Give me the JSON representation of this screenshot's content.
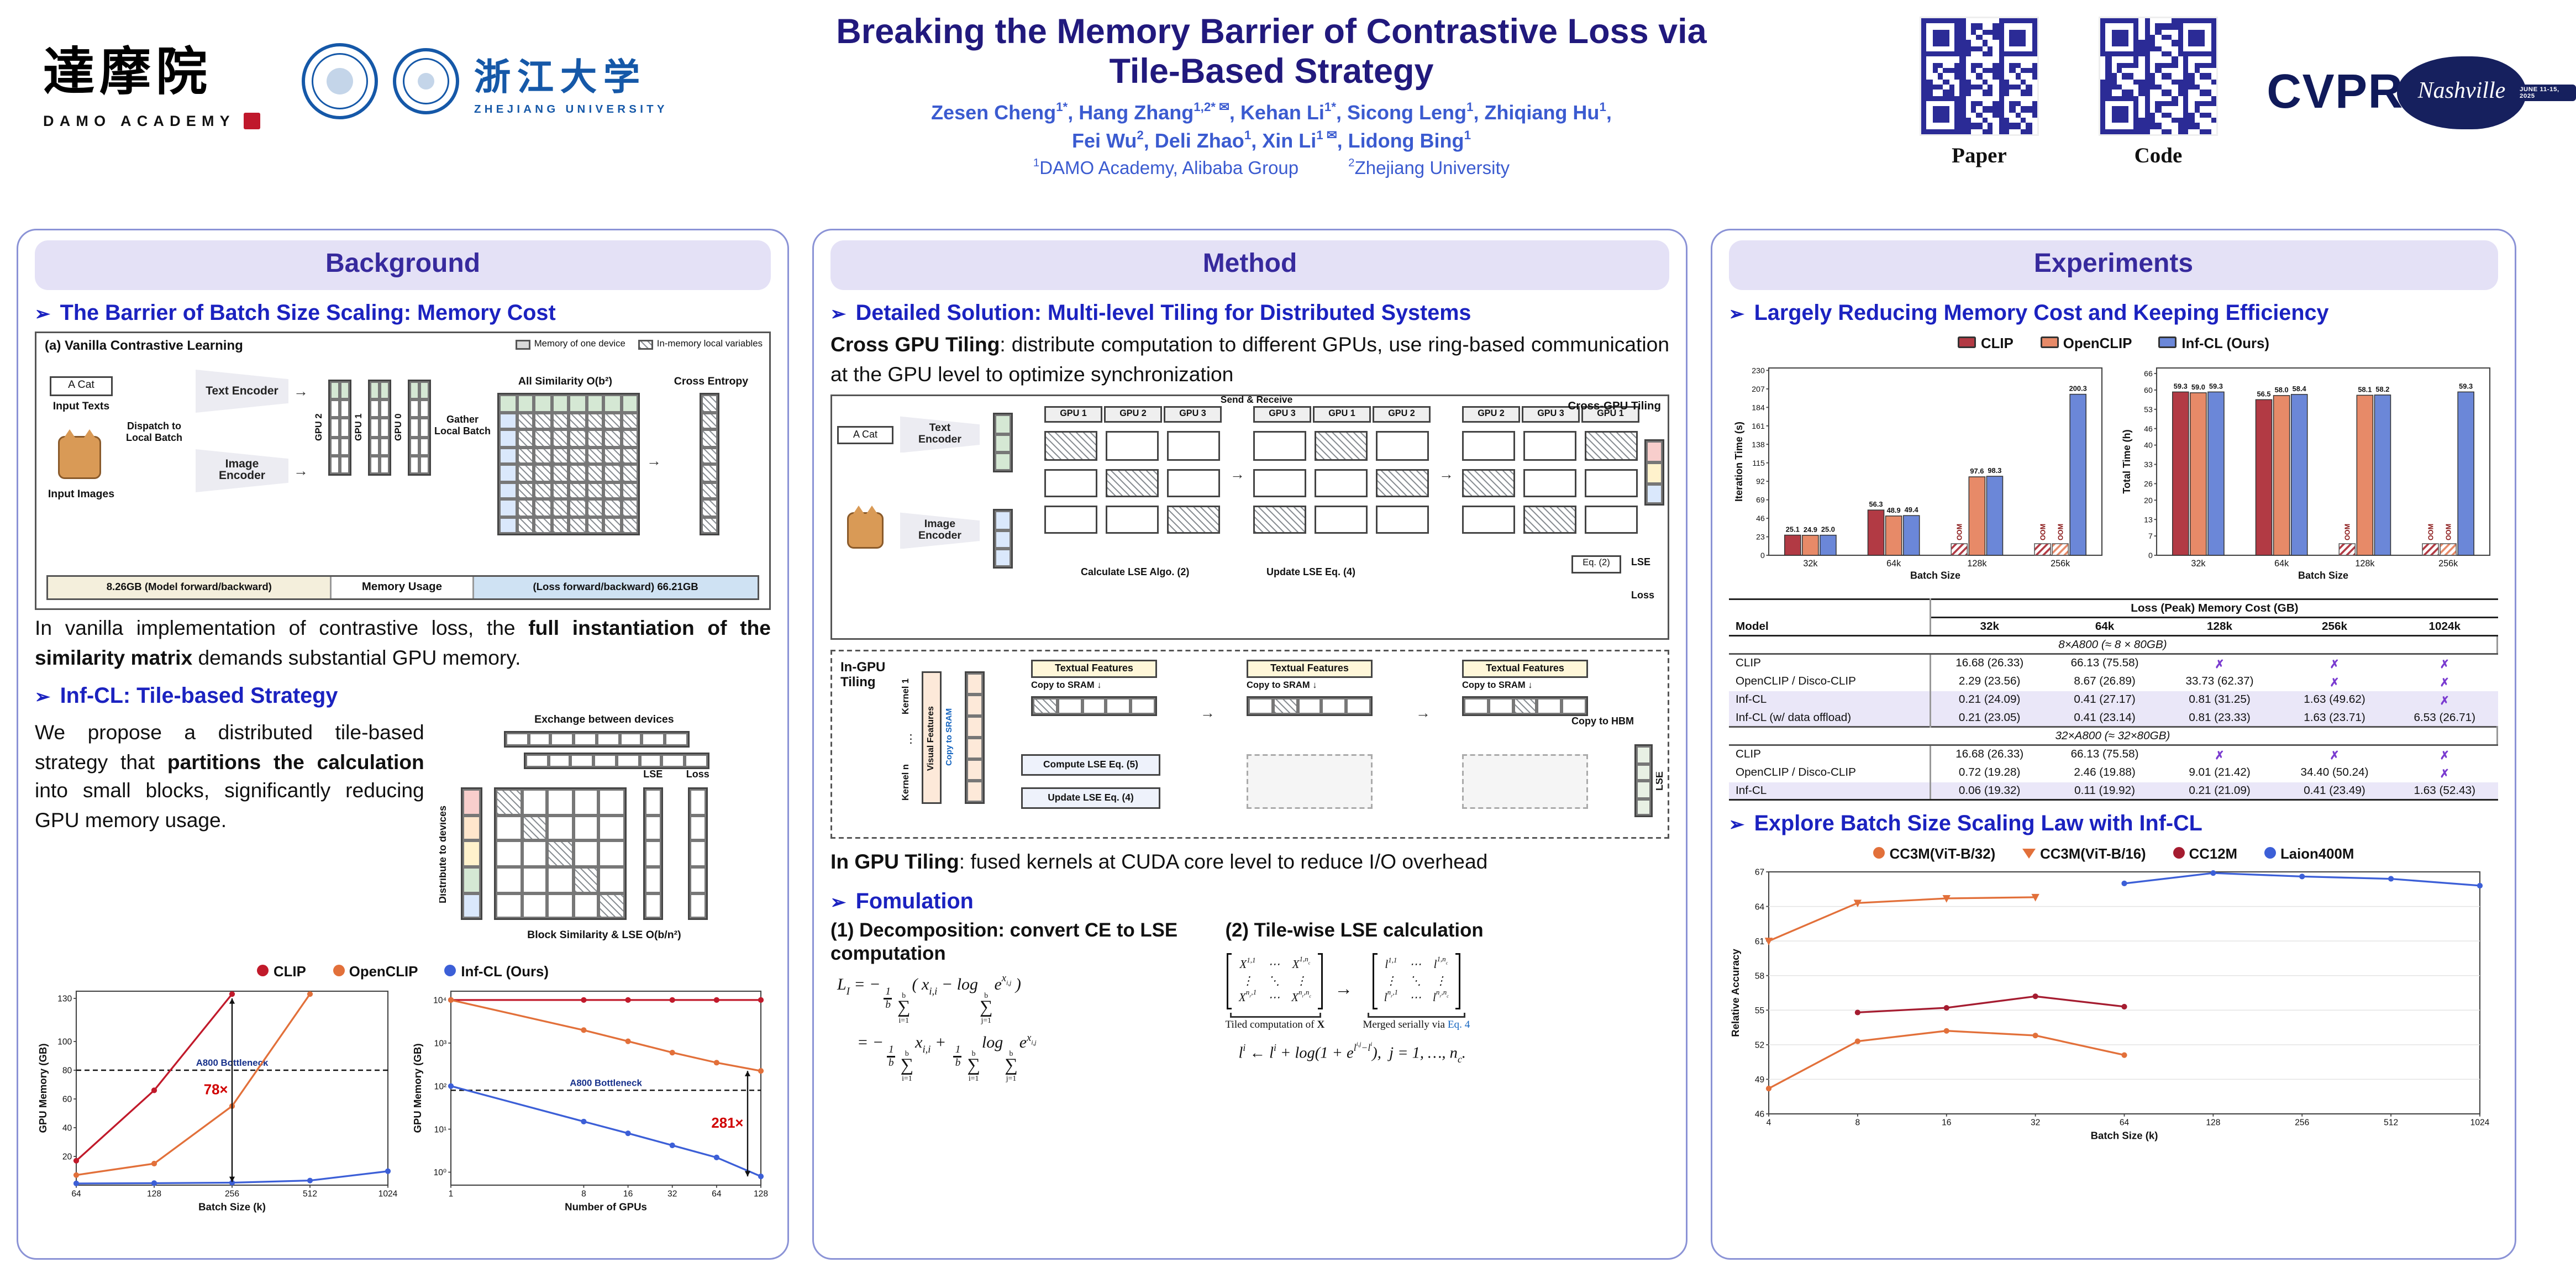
{
  "ui": {
    "bullet": "➢",
    "rarrow": "→",
    "darrow": "↓",
    "vdots": "⋮"
  },
  "header": {
    "title_line1": "Breaking the Memory Barrier of Contrastive Loss via",
    "title_line2": "Tile-Based Strategy",
    "authors_line1_html": "Zesen Cheng<sup>1*</sup>, Hang Zhang<sup>1,2* ✉</sup>, Kehan Li<sup>1*</sup>, Sicong Leng<sup>1</sup>, Zhiqiang Hu<sup>1</sup>,",
    "authors_line2_html": "Fei Wu<sup>2</sup>, Deli Zhao<sup>1</sup>, Xin Li<sup>1 ✉</sup>, Lidong Bing<sup>1</sup>",
    "affiliation1_html": "<sup>1</sup>DAMO Academy, Alibaba Group",
    "affiliation2_html": "<sup>2</sup>Zhejiang University",
    "logos": {
      "damo_cn": "達摩院",
      "damo_en": "DAMO ACADEMY",
      "zju_cn": "浙江大学",
      "zju_en": "ZHEJIANG UNIVERSITY"
    },
    "qr": {
      "paper_label": "Paper",
      "code_label": "Code"
    },
    "cvpr": {
      "name": "CVPR",
      "city": "Nashville",
      "dates": "JUNE 11-15, 2025"
    }
  },
  "background": {
    "header": "Background",
    "sec1_title": "The Barrier of Batch Size Scaling: Memory Cost",
    "diagram1": {
      "caption": "(a) Vanilla Contrastive Learning",
      "legend_memory": "Memory of one device",
      "legend_local": "In-memory local variables",
      "a_cat": "A Cat",
      "input_texts": "Input Texts",
      "input_images": "Input Images",
      "dispatch": "Dispatch to Local Batch",
      "text_encoder": "Text Encoder",
      "image_encoder": "Image Encoder",
      "gather": "Gather Local Batch",
      "gpu_labels": [
        "GPU 2",
        "GPU 1",
        "GPU 0"
      ],
      "all_similarity": "All Similarity O(b²)",
      "cross_entropy": "Cross Entropy",
      "mem_model": "8.26GB (Model forward/backward)",
      "mem_center": "Memory Usage",
      "mem_loss": "(Loss forward/backward) 66.21GB"
    },
    "paragraph1_html": "In vanilla implementation of contrastive loss, the <b>full instantiation of the similarity matrix</b> demands substantial GPU memory.",
    "sec2_title": "Inf-CL: Tile-based Strategy",
    "paragraph2_html": "We propose a distributed tile-based strategy that <b>partitions the calculation</b> into small blocks, significantly reducing GPU memory usage.",
    "diagram2": {
      "exchange": "Exchange between devices",
      "distribute": "Distribute to devices",
      "block_similarity": "Block Similarity & LSE O(b/n²)",
      "lse": "LSE",
      "loss": "Loss"
    },
    "legend": [
      {
        "label": "CLIP",
        "color": "#c11a2b"
      },
      {
        "label": "OpenCLIP",
        "color": "#e2703a"
      },
      {
        "label": "Inf-CL (Ours)",
        "color": "#3c5fd7"
      }
    ]
  },
  "method": {
    "header": "Method",
    "sec1_title": "Detailed Solution: Multi-level Tiling for Distributed Systems",
    "p1_html": "<b>Cross GPU Tiling</b>: distribute computation to different GPUs, use ring-based communication at the GPU level to optimize synchronization",
    "cross_gpu": {
      "a_cat": "A Cat",
      "text_encoder": "Text Encoder",
      "image_encoder": "Image Encoder",
      "stage1_gpus": [
        "GPU 1",
        "GPU 2",
        "GPU 3"
      ],
      "stage2_gpus": [
        "GPU 3",
        "GPU 1",
        "GPU 2"
      ],
      "stage3_gpus": [
        "GPU 2",
        "GPU 3",
        "GPU 1"
      ],
      "send_receive": "Send & Receive",
      "calc_lse": "Calculate LSE Algo. (2)",
      "update_lse": "Update LSE Eq. (4)",
      "tiling_label": "Cross-GPU Tiling",
      "eq2": "Eq. (2)",
      "lse": "LSE",
      "loss": "Loss"
    },
    "in_gpu": {
      "label": "In-GPU Tiling",
      "textual_features": "Textual Features",
      "copy_to_sram": "Copy to SRAM",
      "compute_lse": "Compute LSE Eq. (5)",
      "update_lse": "Update LSE Eq. (4)",
      "copy_to_hbm": "Copy to HBM",
      "kernel_1": "Kernel 1",
      "kernel_n": "Kernel n",
      "visual_features": "Visual Features",
      "lse": "LSE"
    },
    "p2_html": "<b>In GPU Tiling</b>: fused kernels at CUDA core level to reduce I/O overhead",
    "sec2_title": "Fomulation",
    "f1_title": "(1) Decomposition: convert CE to LSE computation",
    "f2_title": "(2) Tile-wise LSE calculation",
    "eq1_html": "L<sub>I</sub> = −<span class='frac'><span>1</span><span>b</span></span><span class='ssum'><span>b</span><span class='sg'>∑</span><span>i=1</span></span>( x<sub>i,i</sub> − log<span class='ssum'><span>b</span><span class='sg'>∑</span><span>j=1</span></span>e<sup>x<sub>i,j</sub></sup> )",
    "eq2_html": "= −<span class='frac'><span>1</span><span>b</span></span><span class='ssum'><span>b</span><span class='sg'>∑</span><span>i=1</span></span>x<sub>i,i</sub> + <span class='frac'><span>1</span><span>b</span></span><span class='ssum'><span>b</span><span class='sg'>∑</span><span>i=1</span></span>log<span class='ssum'><span>b</span><span class='sg'>∑</span><span>j=1</span></span>e<sup>x<sub>i,j</sub></sup>",
    "x_matrix": [
      "X<sup>1,1</sup>",
      "⋯",
      "X<sup>1,n<sub>c</sub></sup>",
      "⋮",
      "⋱",
      "⋮",
      "X<sup>n<sub>r</sub>,1</sup>",
      "⋯",
      "X<sup>n<sub>r</sub>,n<sub>c</sub></sup>"
    ],
    "l_matrix": [
      "l<sup>1,1</sup>",
      "⋯",
      "l<sup>1,n<sub>c</sub></sup>",
      "⋮",
      "⋱",
      "⋮",
      "l<sup>n<sub>r</sub>,1</sup>",
      "⋯",
      "l<sup>n<sub>r</sub>,n<sub>c</sub></sup>"
    ],
    "brace1_html": "Tiled computation of <b>X</b>",
    "brace2_html": "Merged serially via <span class='blue'>Eq. 4</span>",
    "eq3_html": "l<sup>i</sup> ← l<sup>i</sup> + log(1 + e<sup>l<sup>i,j</sup>−l<sup>i</sup></sup>),&nbsp;&nbsp;j = 1, …, n<sub>c</sub>."
  },
  "experiments": {
    "header": "Experiments",
    "sec1_title": "Largely Reducing Memory Cost and Keeping Efficiency",
    "bar_legend": [
      {
        "label": "CLIP",
        "color": "#b23a44"
      },
      {
        "label": "OpenCLIP",
        "color": "#e78a68"
      },
      {
        "label": "Inf-CL (Ours)",
        "color": "#6b87d8"
      }
    ],
    "table": {
      "model_header": "Model",
      "span_header": "Loss (Peak) Memory Cost (GB)",
      "batch_headers": [
        "32k",
        "64k",
        "128k",
        "256k",
        "1024k"
      ],
      "groups": [
        {
          "title": "8×A800 (≈ 8 × 80GB)",
          "rows": [
            {
              "model": "CLIP",
              "highlight": false,
              "values": [
                "16.68 (26.33)",
                "66.13 (75.58)",
                "✗",
                "✗",
                "✗"
              ]
            },
            {
              "model": "OpenCLIP / Disco-CLIP",
              "highlight": false,
              "values": [
                "2.29 (23.56)",
                "8.67 (26.89)",
                "33.73 (62.37)",
                "✗",
                "✗"
              ]
            },
            {
              "model": "Inf-CL",
              "highlight": true,
              "values": [
                "0.21 (24.09)",
                "0.41 (27.17)",
                "0.81 (31.25)",
                "1.63 (49.62)",
                "✗"
              ]
            },
            {
              "model": "Inf-CL (w/ data offload)",
              "highlight": true,
              "values": [
                "0.21 (23.05)",
                "0.41 (23.14)",
                "0.81 (23.33)",
                "1.63 (23.71)",
                "6.53 (26.71)"
              ]
            }
          ]
        },
        {
          "title": "32×A800 (≈ 32×80GB)",
          "rows": [
            {
              "model": "CLIP",
              "highlight": false,
              "values": [
                "16.68 (26.33)",
                "66.13 (75.58)",
                "✗",
                "✗",
                "✗"
              ]
            },
            {
              "model": "OpenCLIP / Disco-CLIP",
              "highlight": false,
              "values": [
                "0.72 (19.28)",
                "2.46 (19.88)",
                "9.01 (21.42)",
                "34.40 (50.24)",
                "✗"
              ]
            },
            {
              "model": "Inf-CL",
              "highlight": true,
              "values": [
                "0.06 (19.32)",
                "0.11 (19.92)",
                "0.21 (21.09)",
                "0.41 (23.49)",
                "1.63 (52.43)"
              ]
            }
          ]
        }
      ]
    },
    "sec2_title": "Explore Batch Size Scaling Law with Inf-CL",
    "scaling_legend": [
      {
        "label": "CC3M(ViT-B/32)",
        "color": "#e2703a",
        "marker": "circle"
      },
      {
        "label": "CC3M(ViT-B/16)",
        "color": "#e2703a",
        "marker": "triangle"
      },
      {
        "label": "CC12M",
        "color": "#a51c30",
        "marker": "circle"
      },
      {
        "label": "Laion400M",
        "color": "#3c5fd7",
        "marker": "circle"
      }
    ]
  },
  "chart_data": [
    {
      "id": "gpu_memory_vs_batch_size",
      "type": "line",
      "xlabel": "Batch Size (k)",
      "ylabel": "GPU Memory (GB)",
      "x_ticks": [
        64,
        128,
        256,
        512,
        1024
      ],
      "y_ticks": [
        20,
        40,
        60,
        80,
        100,
        130
      ],
      "ylim": [
        0,
        135
      ],
      "threshold": {
        "value": 80,
        "label": "A800 Bottleneck"
      },
      "annotation": {
        "label": "78×",
        "at_x": 256,
        "y_top": 130,
        "y_bot": 2.2
      },
      "series": [
        {
          "name": "CLIP",
          "color": "#c11a2b",
          "x": [
            64,
            128,
            256
          ],
          "y": [
            17,
            66,
            133
          ]
        },
        {
          "name": "OpenCLIP",
          "color": "#e2703a",
          "x": [
            64,
            128,
            256,
            512
          ],
          "y": [
            7,
            15,
            55,
            133
          ]
        },
        {
          "name": "Inf-CL (Ours)",
          "color": "#3c5fd7",
          "x": [
            64,
            128,
            256,
            512,
            1024
          ],
          "y": [
            1.2,
            1.4,
            1.7,
            3.2,
            9.7
          ]
        }
      ]
    },
    {
      "id": "gpu_memory_vs_num_gpus",
      "type": "line",
      "xlabel": "Number of GPUs",
      "ylabel": "GPU Memory (GB)",
      "x_ticks": [
        1,
        8,
        16,
        32,
        64,
        128
      ],
      "y_log": true,
      "y_ticks": [
        {
          "v": 1,
          "label": "10⁰"
        },
        {
          "v": 10,
          "label": "10¹"
        },
        {
          "v": 100,
          "label": "10²"
        },
        {
          "v": 1000,
          "label": "10³"
        },
        {
          "v": 10000,
          "label": "10⁴"
        }
      ],
      "ylim": [
        0.5,
        16000
      ],
      "threshold": {
        "value": 80,
        "label": "A800 Bottleneck"
      },
      "annotation": {
        "label": "281×",
        "at_x": 128,
        "y_top": 225,
        "y_bot": 0.8
      },
      "series": [
        {
          "name": "CLIP",
          "color": "#c11a2b",
          "x": [
            1,
            8,
            16,
            32,
            64,
            128
          ],
          "y": [
            10000,
            10000,
            10000,
            10000,
            10000,
            10000
          ]
        },
        {
          "name": "OpenCLIP",
          "color": "#e2703a",
          "x": [
            1,
            8,
            16,
            32,
            64,
            128
          ],
          "y": [
            10000,
            2000,
            1100,
            600,
            350,
            225
          ]
        },
        {
          "name": "Inf-CL (Ours)",
          "color": "#3c5fd7",
          "x": [
            1,
            8,
            16,
            32,
            64,
            128
          ],
          "y": [
            100,
            15,
            8,
            4.2,
            2.2,
            0.8
          ]
        }
      ]
    },
    {
      "id": "iteration_time",
      "type": "bar",
      "categories": [
        "32k",
        "64k",
        "128k",
        "256k"
      ],
      "xlabel": "Batch Size",
      "ylabel": "Iteration Time (s)",
      "y_ticks": [
        0,
        23,
        46,
        69,
        92,
        115,
        138,
        161,
        184,
        207,
        230
      ],
      "ylim": [
        0,
        233
      ],
      "oom_label": "OOM",
      "series": [
        {
          "name": "CLIP",
          "color": "#b23a44",
          "values": [
            25.1,
            56.3,
            null,
            null
          ],
          "labels": [
            "25.1",
            "56.3",
            null,
            null
          ]
        },
        {
          "name": "OpenCLIP",
          "color": "#e78a68",
          "values": [
            24.9,
            48.9,
            97.6,
            null
          ],
          "labels": [
            "24.9",
            "48.9",
            "97.6",
            null
          ]
        },
        {
          "name": "Inf-CL (Ours)",
          "color": "#6b87d8",
          "values": [
            25.0,
            49.4,
            98.3,
            200.3
          ],
          "labels": [
            "25.0",
            "49.4",
            "98.3",
            "200.3"
          ]
        }
      ]
    },
    {
      "id": "total_time",
      "type": "bar",
      "categories": [
        "32k",
        "64k",
        "128k",
        "256k"
      ],
      "xlabel": "Batch Size",
      "ylabel": "Total Time (h)",
      "y_ticks": [
        0,
        7,
        13,
        20,
        26,
        33,
        40,
        46,
        53,
        60,
        66
      ],
      "ylim": [
        0,
        68
      ],
      "oom_label": "OOM",
      "series": [
        {
          "name": "CLIP",
          "color": "#b23a44",
          "values": [
            59.3,
            56.5,
            null,
            null
          ],
          "labels": [
            "59.3",
            "56.5",
            null,
            null
          ]
        },
        {
          "name": "OpenCLIP",
          "color": "#e78a68",
          "values": [
            59.0,
            58.0,
            58.1,
            null
          ],
          "labels": [
            "59.0",
            "58.0",
            "58.1",
            null
          ]
        },
        {
          "name": "Inf-CL (Ours)",
          "color": "#6b87d8",
          "values": [
            59.3,
            58.4,
            58.2,
            59.3
          ],
          "labels": [
            "59.3",
            "58.4",
            "58.2",
            "59.3"
          ]
        }
      ]
    },
    {
      "id": "batch_size_scaling_law",
      "type": "line",
      "xlabel": "Batch Size (k)",
      "ylabel": "Relative Accuracy",
      "x_ticks": [
        4,
        8,
        16,
        32,
        64,
        128,
        256,
        512,
        1024
      ],
      "y_ticks": [
        46,
        49,
        52,
        55,
        58,
        61,
        64,
        67
      ],
      "ylim": [
        46,
        67
      ],
      "series": [
        {
          "name": "CC3M(ViT-B/32)",
          "color": "#e2703a",
          "marker": "circle",
          "x": [
            4,
            8,
            16,
            32,
            64
          ],
          "y": [
            48.2,
            52.3,
            53.2,
            52.8,
            51.1
          ]
        },
        {
          "name": "CC3M(ViT-B/16)",
          "color": "#e2703a",
          "marker": "triangle",
          "x": [
            4,
            8,
            16,
            32
          ],
          "y": [
            61.0,
            64.3,
            64.7,
            64.8
          ]
        },
        {
          "name": "CC12M",
          "color": "#a51c30",
          "marker": "circle",
          "x": [
            8,
            16,
            32,
            64
          ],
          "y": [
            54.8,
            55.2,
            56.2,
            55.3
          ]
        },
        {
          "name": "Laion400M",
          "color": "#3c5fd7",
          "marker": "circle",
          "x": [
            64,
            128,
            256,
            512,
            1024
          ],
          "y": [
            66.0,
            66.9,
            66.6,
            66.4,
            65.8
          ]
        }
      ]
    }
  ]
}
